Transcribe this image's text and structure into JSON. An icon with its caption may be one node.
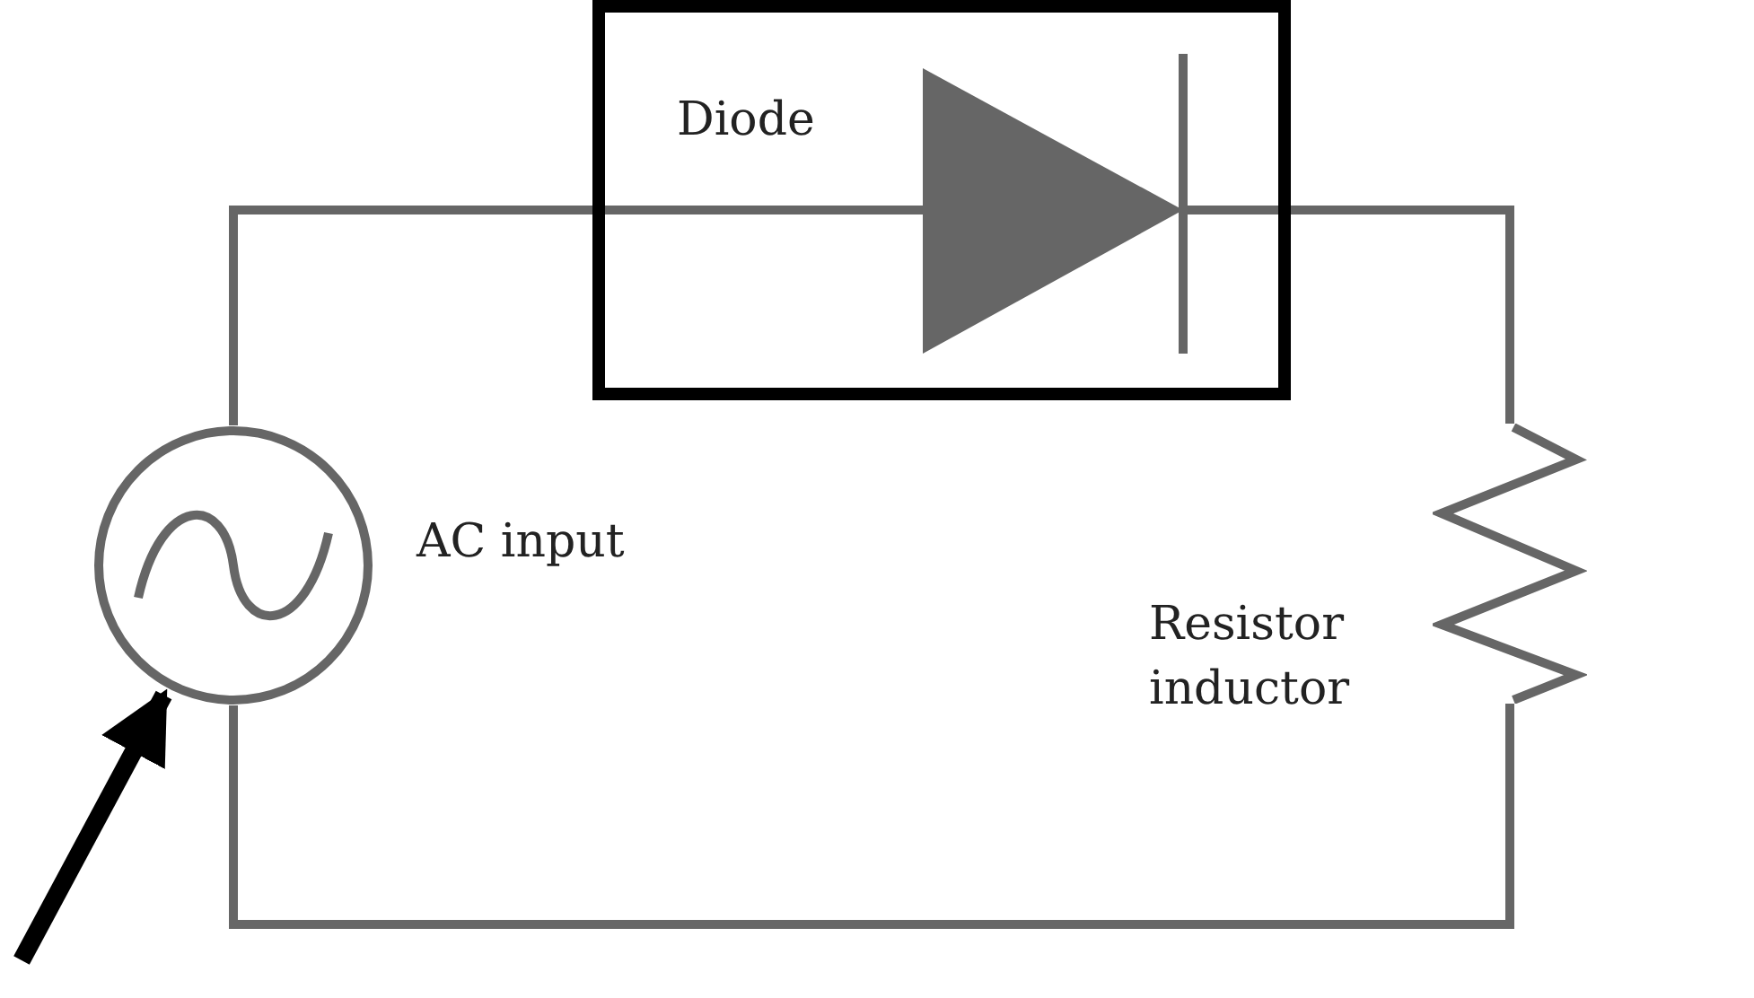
{
  "diagram": {
    "nodes": [
      {
        "text": [
          "Diode"
        ]
      },
      {
        "text": [],
        "shape": "circle",
        "beside": [
          "AC input"
        ]
      },
      {
        "text": [],
        "shape": "zigzag",
        "beside": [
          "Resistor inductor"
        ]
      }
    ],
    "edges": [
      {
        "from": 1,
        "to": 0,
        "arrow": "none"
      },
      {
        "from": 0,
        "to": 2,
        "arrow": "none"
      },
      {
        "from": 2,
        "to": 1,
        "arrow": "none"
      },
      {
        "from": null,
        "to": 1,
        "arrow": "to",
        "style": "thick",
        "color": "#000000"
      }
    ]
  }
}
